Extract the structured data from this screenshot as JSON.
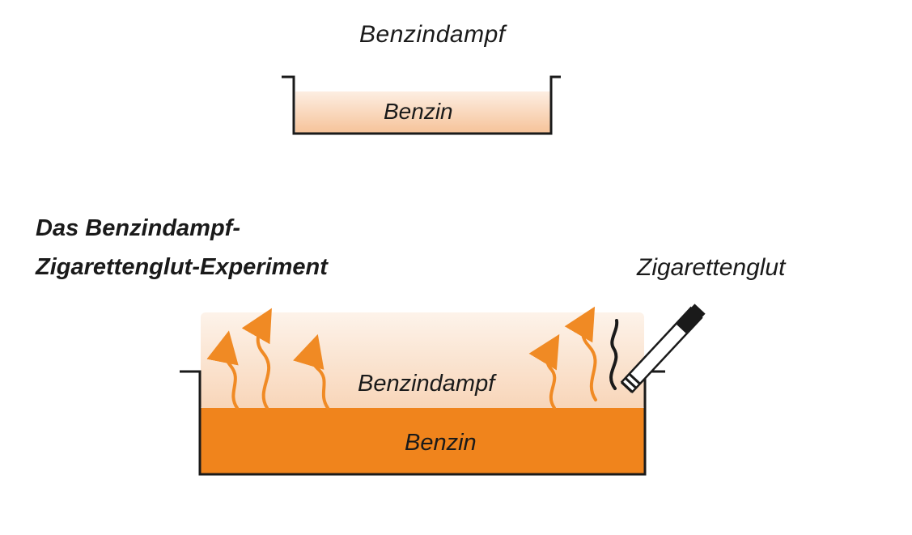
{
  "top_setup": {
    "vapor_label": "Benzindampf",
    "liquid_label": "Benzin"
  },
  "experiment": {
    "title_line1": "Das Benzindampf-",
    "title_line2": "Zigarettenglut-Experiment",
    "ember_label": "Zigarettenglut",
    "vapor_label": "Benzindampf",
    "liquid_label": "Benzin"
  },
  "colors": {
    "liquid": "#f0841c",
    "liquid_light": "#f8c9a0",
    "vapor_light": "#fbe4d1",
    "arrow": "#f08a24",
    "outline": "#1a1a1a"
  },
  "icons": {
    "vapor_arrows": "wavy-arrow-icon",
    "cigarette": "cigarette-icon",
    "smoke": "smoke-icon"
  }
}
